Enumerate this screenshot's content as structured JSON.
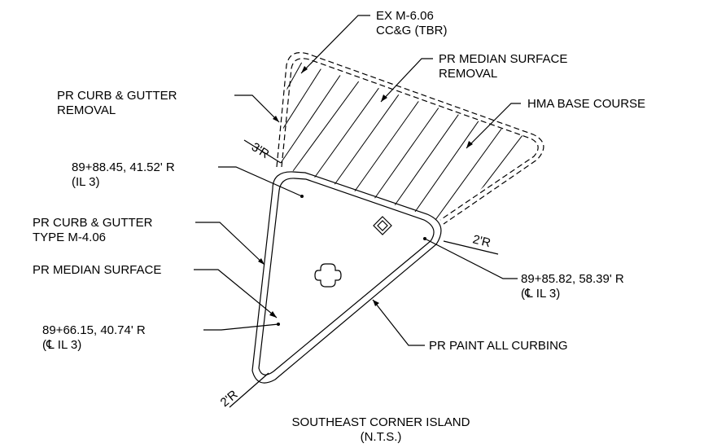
{
  "title": {
    "line1": "SOUTHEAST CORNER ISLAND",
    "line2": "(N.T.S.)"
  },
  "callouts": {
    "ex_curb": {
      "line1": "EX M-6.06",
      "line2": "CC&G (TBR)"
    },
    "median_removal": {
      "line1": "PR MEDIAN SURFACE",
      "line2": "REMOVAL"
    },
    "curb_removal": {
      "line1": "PR CURB & GUTTER",
      "line2": "REMOVAL"
    },
    "hma_base": {
      "line1": "HMA BASE COURSE"
    },
    "station_top_left": {
      "line1": "89+88.45, 41.52' R",
      "line2": "(IL 3)"
    },
    "curb_type": {
      "line1": "PR CURB & GUTTER",
      "line2": "TYPE M-4.06"
    },
    "median_surface": {
      "line1": "PR MEDIAN SURFACE"
    },
    "station_right": {
      "line1": "89+85.82, 58.39' R",
      "line2": "(℄ IL 3)"
    },
    "station_bottom_left": {
      "line1": "89+66.15, 40.74' R",
      "line2": "(℄ IL 3)"
    },
    "paint_curbing": {
      "line1": "PR PAINT ALL CURBING"
    }
  },
  "radii": {
    "top": "3'R",
    "right": "2'R",
    "bottom": "2'R"
  }
}
